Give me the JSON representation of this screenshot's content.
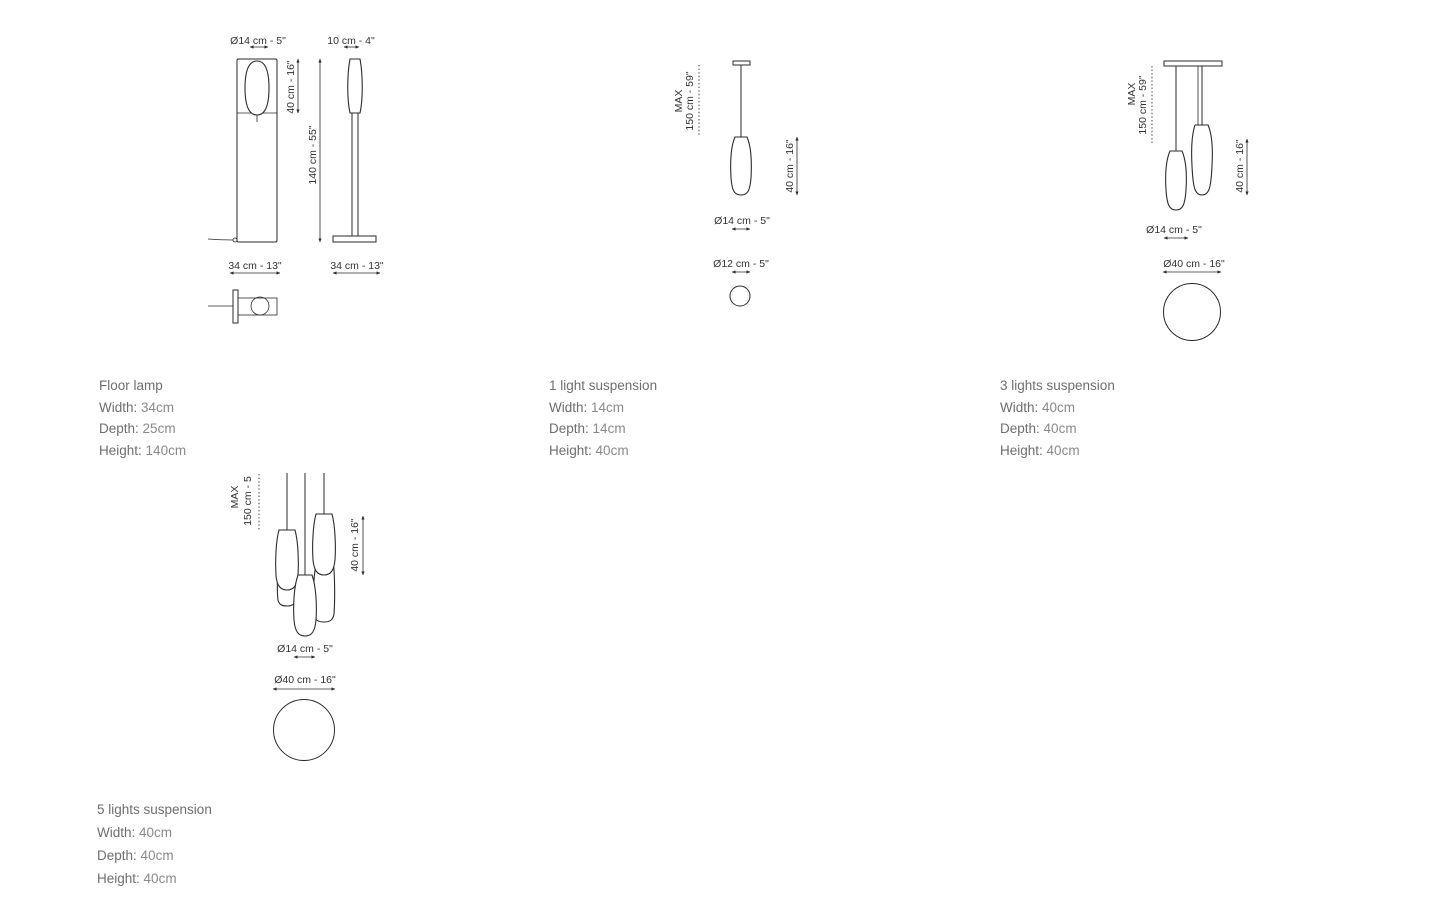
{
  "colors": {
    "line": "#2b2b2b",
    "label": "#6e6e6e",
    "value": "#8a8a8a",
    "background": "#ffffff"
  },
  "drawings": {
    "floor_lamp": {
      "dim_diameter": "Ø14 cm - 5\"",
      "dim_depth_top": "10 cm - 4\"",
      "dim_shade_height": "40 cm - 16\"",
      "dim_total_height": "140 cm - 55\"",
      "dim_width_front": "34 cm - 13\"",
      "dim_width_side": "34 cm - 13\""
    },
    "one_light": {
      "dim_max": "MAX",
      "dim_cable": "150 cm - 59\"",
      "dim_shade_height": "40 cm - 16\"",
      "dim_diameter": "Ø14 cm - 5\"",
      "dim_canopy": "Ø12 cm - 5\""
    },
    "three_lights": {
      "dim_max": "MAX",
      "dim_cable": "150 cm - 59\"",
      "dim_shade_height": "40 cm - 16\"",
      "dim_diameter": "Ø14 cm - 5\"",
      "dim_canopy": "Ø40 cm - 16\""
    },
    "five_lights": {
      "dim_max": "MAX",
      "dim_cable": "150 cm - 5",
      "dim_shade_height": "40 cm - 16\"",
      "dim_diameter": "Ø14 cm - 5\"",
      "dim_canopy": "Ø40 cm - 16\""
    }
  },
  "products": {
    "floor_lamp": {
      "title": "Floor lamp",
      "width_label": "Width:",
      "width": "34cm",
      "depth_label": "Depth:",
      "depth": "25cm",
      "height_label": "Height:",
      "height": "140cm"
    },
    "one_light": {
      "title": "1 light suspension",
      "width_label": "Width:",
      "width": "14cm",
      "depth_label": "Depth:",
      "depth": "14cm",
      "height_label": "Height:",
      "height": "40cm"
    },
    "three_lights": {
      "title": "3 lights suspension",
      "width_label": "Width:",
      "width": "40cm",
      "depth_label": "Depth:",
      "depth": "40cm",
      "height_label": "Height:",
      "height": "40cm"
    },
    "five_lights": {
      "title": "5 lights suspension",
      "width_label": "Width:",
      "width": "40cm",
      "depth_label": "Depth:",
      "depth": "40cm",
      "height_label": "Height:",
      "height": "40cm"
    }
  }
}
